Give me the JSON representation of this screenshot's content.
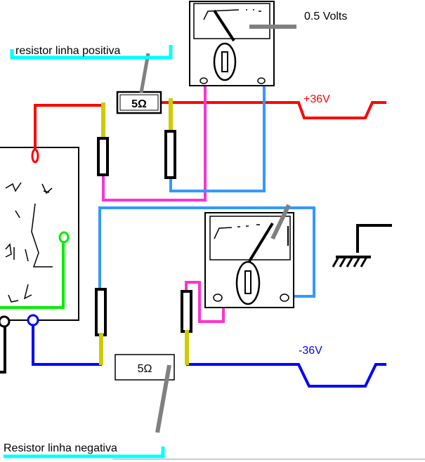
{
  "labels": {
    "meter_reading": "0.5 Volts",
    "resistor_positive": "resistor linha positiva",
    "resistor_negative": "Resistor linha negativa",
    "positive_voltage": "+36V",
    "negative_voltage": "-36V"
  },
  "resistors": {
    "positive_symbol": "5Ω",
    "negative_symbol": "5Ω"
  },
  "colors": {
    "positive_line": "#ff0000",
    "negative_line": "#0000ff",
    "probe_pink": "#ff33cc",
    "probe_light_blue": "#3399ff",
    "green_wire": "#00ee00",
    "yellow_terminal": "#cccc00",
    "label_highlight": "#00ffff",
    "pointer_gray": "#808080"
  }
}
